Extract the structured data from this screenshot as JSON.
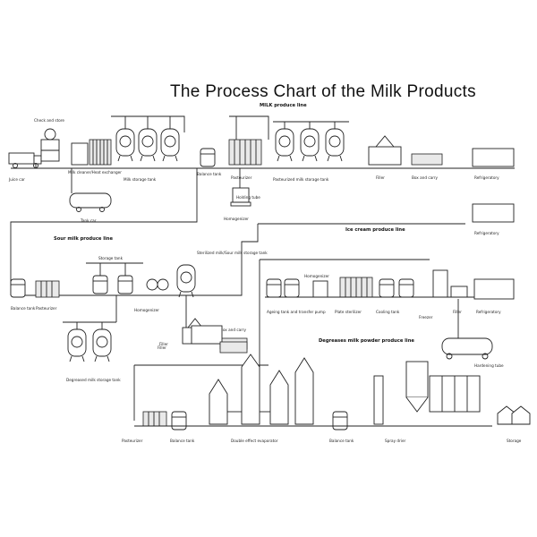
{
  "title": "The Process Chart of the Milk Products",
  "sections": {
    "milk_line": "MILK produce line",
    "sour_milk_line": "Sour milk produce line",
    "ice_cream_line": "Ice cream produce line",
    "milk_powder_line": "Degreases milk powder produce line"
  },
  "labels": {
    "check_store": "Check and store",
    "juice_car": "Juice car",
    "milk_cleaner": "Milk cleaner/Heat exchanger",
    "milk_storage_tank": "Milk storage tank",
    "balance_tank": "Balance tank",
    "pasteurizer": "Pasteurizer",
    "storage_tank_1": "Pasteurized milk storage tank",
    "filler_1": "Filler",
    "box_and_carry": "Box and carry",
    "refrigeratory_1": "Refrigeratory",
    "holding_tube": "Holding tube",
    "homogenizer_1": "Homogenizer",
    "tank_car": "Tank car",
    "refrigeratory_2": "Refrigeratory",
    "balance_tank_2": "Balance tank",
    "pasteurizer_2": "Pasteurizer",
    "storage_tank_2": "Storage tank",
    "homogenizer_2": "Homogenizer",
    "sterilized_milk_tank": "Sterilized milk/Sour milk storage tank",
    "filler_2": "Filler",
    "box_and_carry_2": "Box and carry",
    "ageing_tank": "Ageing tank and transfer pump",
    "homogenizer_3": "Homogenizer",
    "plate_sterilizer": "Plate sterilizer",
    "cooling_tank": "Cooling tank",
    "freezer": "Freezer",
    "filler_3": "Filler",
    "refrigeratory_3": "Refrigeratory",
    "degreased_tank": "Degreased milk storage tank",
    "hardening_tube": "Hardening tube",
    "pasteurizer_3": "Pasteurizer",
    "balance_tank_3": "Balance tank",
    "filler_4": "Filler",
    "evaporator": "Double effect evaporator",
    "balance_tank_4": "Balance tank",
    "spray_drier": "Spray drier",
    "storage": "Storage"
  },
  "colors": {
    "line": "#222222",
    "background": "#ffffff"
  }
}
